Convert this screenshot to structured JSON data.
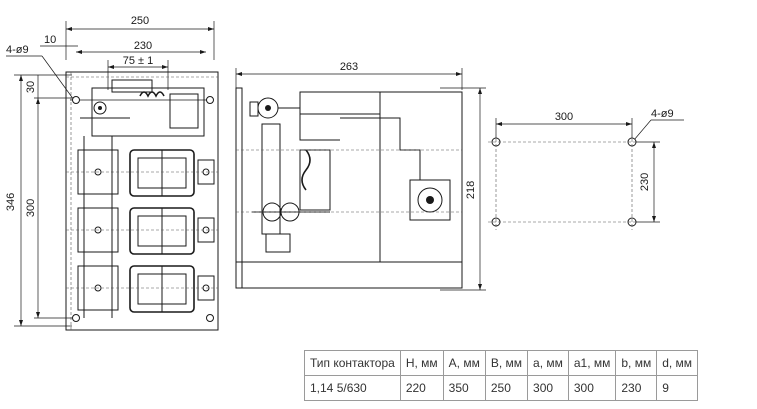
{
  "dimensions": {
    "front": {
      "width_total": "250",
      "offset": "10",
      "holes": "4-ø9",
      "hole_spacing": "230",
      "center_spacing": "75 ± 1",
      "top_offset": "30",
      "height_total": "346",
      "height_inner": "300"
    },
    "side": {
      "depth": "263",
      "height": "218"
    },
    "mounting": {
      "width": "300",
      "holes": "4-ø9",
      "height": "230"
    }
  },
  "spec_table": {
    "headers": [
      "Тип контактора",
      "H, мм",
      "A, мм",
      "B, мм",
      "a, мм",
      "a1, мм",
      "b, мм",
      "d, мм"
    ],
    "rows": [
      [
        "1,14 5/630",
        "220",
        "350",
        "250",
        "300",
        "300",
        "230",
        "9"
      ]
    ]
  }
}
